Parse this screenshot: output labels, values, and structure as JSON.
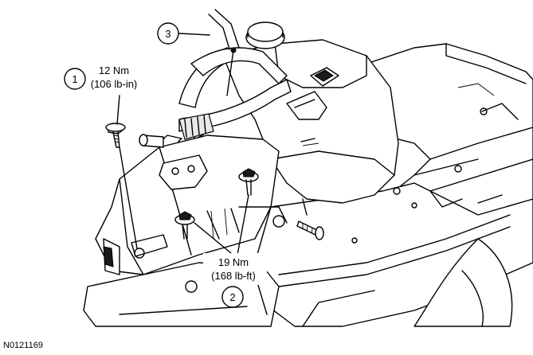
{
  "figure_id": "N0121169",
  "callouts": [
    {
      "number": "1",
      "torque_nm": "12 Nm",
      "torque_imperial": "(106 lb-in)"
    },
    {
      "number": "2",
      "torque_nm": "19 Nm",
      "torque_imperial": "(168 lb-ft)"
    },
    {
      "number": "3"
    }
  ]
}
